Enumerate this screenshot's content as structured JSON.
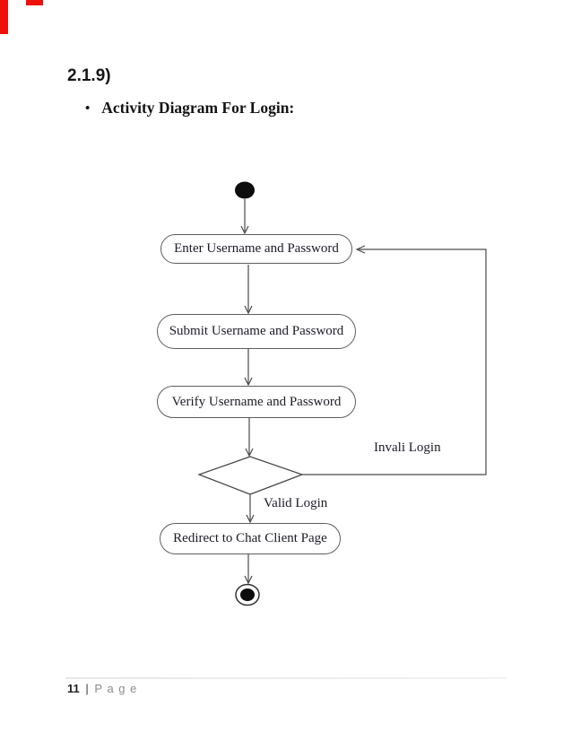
{
  "header": {
    "section_number": "2.1.9)",
    "bullet_glyph": "•",
    "bullet_item": "Activity Diagram For Login:"
  },
  "diagram": {
    "type": "uml-activity-diagram",
    "title": "Activity Diagram For Login",
    "nodes": [
      {
        "id": "start",
        "kind": "initial-node"
      },
      {
        "id": "enter",
        "kind": "action",
        "label": "Enter Username and Password"
      },
      {
        "id": "submit",
        "kind": "action",
        "label": "Submit Username and Password"
      },
      {
        "id": "verify",
        "kind": "action",
        "label": "Verify Username and Password"
      },
      {
        "id": "decision",
        "kind": "decision"
      },
      {
        "id": "redirect",
        "kind": "action",
        "label": "Redirect to Chat Client Page"
      },
      {
        "id": "end",
        "kind": "final-node"
      }
    ],
    "edges": [
      {
        "from": "start",
        "to": "enter",
        "label": ""
      },
      {
        "from": "enter",
        "to": "submit",
        "label": ""
      },
      {
        "from": "submit",
        "to": "verify",
        "label": ""
      },
      {
        "from": "verify",
        "to": "decision",
        "label": ""
      },
      {
        "from": "decision",
        "to": "redirect",
        "label": "Valid Login"
      },
      {
        "from": "decision",
        "to": "enter",
        "label": "Invali Login"
      }
    ]
  },
  "footer": {
    "page_number": "11",
    "separator": "|",
    "page_word": "P a g e"
  },
  "colors": {
    "diagram_stroke": "#4a4a4a",
    "node_border": "#5d5d5d",
    "diagram_text": "#1b1b26",
    "node_fill_black": "#0d0d0d",
    "footer_gray": "#8c8c8c",
    "footer_rule": "#e6e6e6",
    "artifact_red": "#ee100d"
  }
}
